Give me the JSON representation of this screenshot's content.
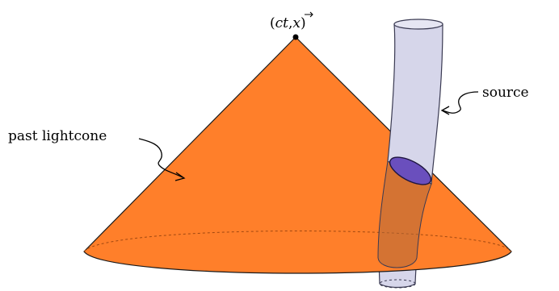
{
  "labels": {
    "apex": "(ct,⃗x)",
    "apex_parts": {
      "open": "(",
      "ct": "ct",
      "comma": ",",
      "x": "x",
      "close": ")"
    },
    "past_lightcone": "past lightcone",
    "source": "source"
  },
  "colors": {
    "cone_fill": "#ff7f2a",
    "cone_stroke": "#1a1a1a",
    "tube_fill": "#d6d6ea",
    "tube_stroke": "#3a3a52",
    "cross_section_fill": "#6a4fbd",
    "background": "#ffffff"
  }
}
